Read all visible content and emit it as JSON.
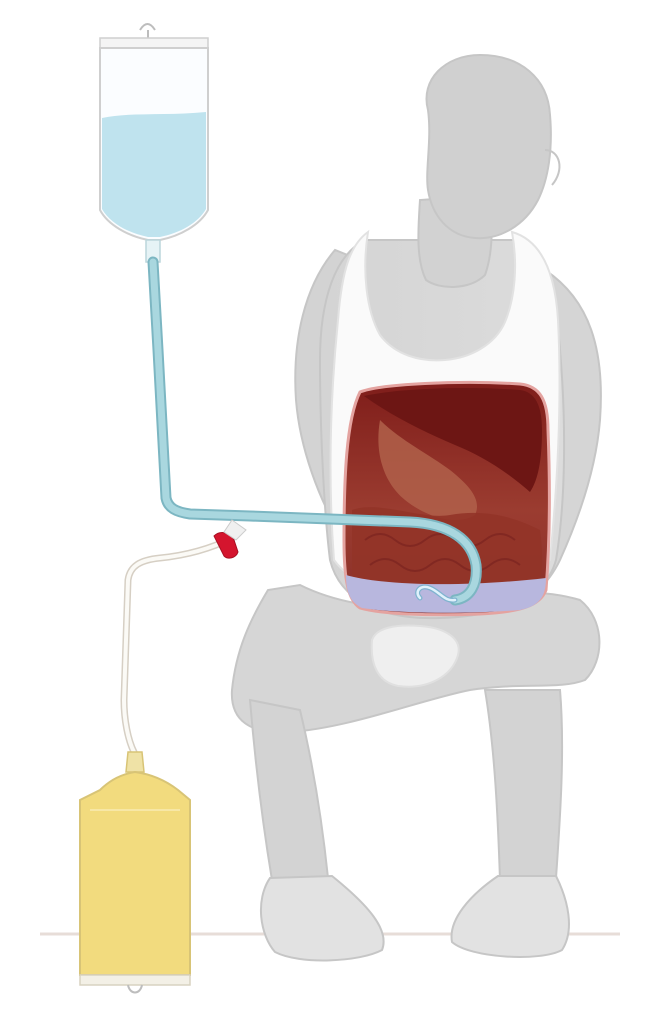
{
  "illustration": {
    "subject": "peritoneal-dialysis",
    "colors": {
      "background": "#ffffff",
      "floor_line": "#e7ddd8",
      "body_fill": "#d8d8d8",
      "body_outline": "#c4c4c4",
      "shirt": "#ffffff",
      "abdomen_outer": "#8e2b24",
      "abdomen_inner": "#a85a45",
      "abdomen_dark": "#6d1614",
      "abdomen_fluid": "#b8b7de",
      "fresh_fluid": "#bfe3ee",
      "tube": "#9fcfd8",
      "tube_outline": "#7cb6c2",
      "clamp": "#d4152e",
      "drain_fluid": "#f2db7e",
      "drain_outline": "#d8c476"
    },
    "parts": [
      "fresh-solution-bag",
      "inflow-tube",
      "clamp",
      "catheter",
      "abdominal-cavity",
      "drain-tube",
      "drainage-bag",
      "seated-person"
    ]
  }
}
